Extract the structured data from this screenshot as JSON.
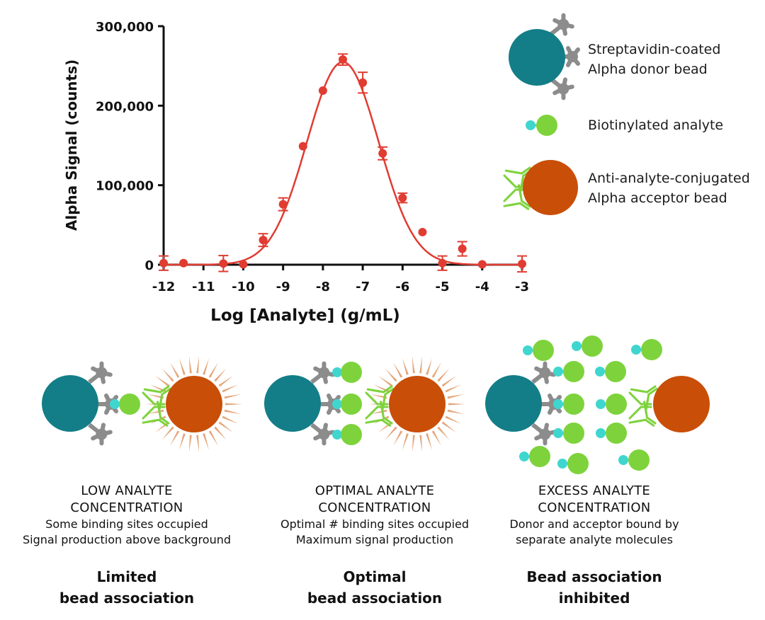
{
  "chart_data": {
    "type": "scatter",
    "xlabel": "Log [Analyte] (g/mL)",
    "ylabel": "Alpha Signal (counts)",
    "xlim": [
      -12,
      -3
    ],
    "ylim": [
      0,
      300000
    ],
    "x_ticks": [
      "-12",
      "-11",
      "-10",
      "-9",
      "-8",
      "-7",
      "-6",
      "-5",
      "-4",
      "-3"
    ],
    "y_ticks": [
      "0",
      "100,000",
      "200,000",
      "300,000"
    ],
    "points": [
      {
        "x": -12,
        "y": 2000,
        "err": 9000
      },
      {
        "x": -11.5,
        "y": 2000,
        "err": 0
      },
      {
        "x": -10.5,
        "y": 1500,
        "err": 10000
      },
      {
        "x": -10,
        "y": 500,
        "err": 0
      },
      {
        "x": -9.5,
        "y": 31000,
        "err": 8000
      },
      {
        "x": -9,
        "y": 76000,
        "err": 8000
      },
      {
        "x": -8.5,
        "y": 149000,
        "err": 0
      },
      {
        "x": -8,
        "y": 219000,
        "err": 0
      },
      {
        "x": -7.5,
        "y": 258000,
        "err": 7000
      },
      {
        "x": -7,
        "y": 229000,
        "err": 13000
      },
      {
        "x": -6.5,
        "y": 140000,
        "err": 8000
      },
      {
        "x": -6,
        "y": 84000,
        "err": 6000
      },
      {
        "x": -5.5,
        "y": 41000,
        "err": 0
      },
      {
        "x": -5,
        "y": 2000,
        "err": 9000
      },
      {
        "x": -4.5,
        "y": 20000,
        "err": 9000
      },
      {
        "x": -4,
        "y": 500,
        "err": 0
      },
      {
        "x": -3,
        "y": 1000,
        "err": 10000
      }
    ],
    "fit": {
      "peak_x": -7.5,
      "peak_y": 255000,
      "sigma": 0.9
    },
    "color": "#e03c32"
  },
  "colors": {
    "donor": "#137e87",
    "acceptor": "#c94e08",
    "analyte": "#7ed33c",
    "biotin": "#3fd6cf",
    "streptavidin": "#8c8c8c",
    "antibody": "#7ed33c",
    "signal_rays": "#e4a77b"
  },
  "legend": {
    "donor": {
      "line1": "Streptavidin-coated",
      "line2": "Alpha donor bead"
    },
    "analyte": {
      "line1": "Biotinylated analyte"
    },
    "acceptor": {
      "line1": "Anti-analyte-conjugated",
      "line2": "Alpha acceptor bead"
    }
  },
  "panels": [
    {
      "title1": "LOW ANALYTE",
      "title2": "CONCENTRATION",
      "desc1": "Some binding sites occupied",
      "desc2": "Signal production above background",
      "bottom1": "Limited",
      "bottom2": "bead association"
    },
    {
      "title1": "OPTIMAL ANALYTE",
      "title2": "CONCENTRATION",
      "desc1": "Optimal # binding sites occupied",
      "desc2": "Maximum signal production",
      "bottom1": "Optimal",
      "bottom2": "bead association"
    },
    {
      "title1": "EXCESS ANALYTE",
      "title2": "CONCENTRATION",
      "desc1": "Donor and acceptor bound by",
      "desc2": "separate analyte molecules",
      "bottom1": "Bead association",
      "bottom2": "inhibited"
    }
  ]
}
